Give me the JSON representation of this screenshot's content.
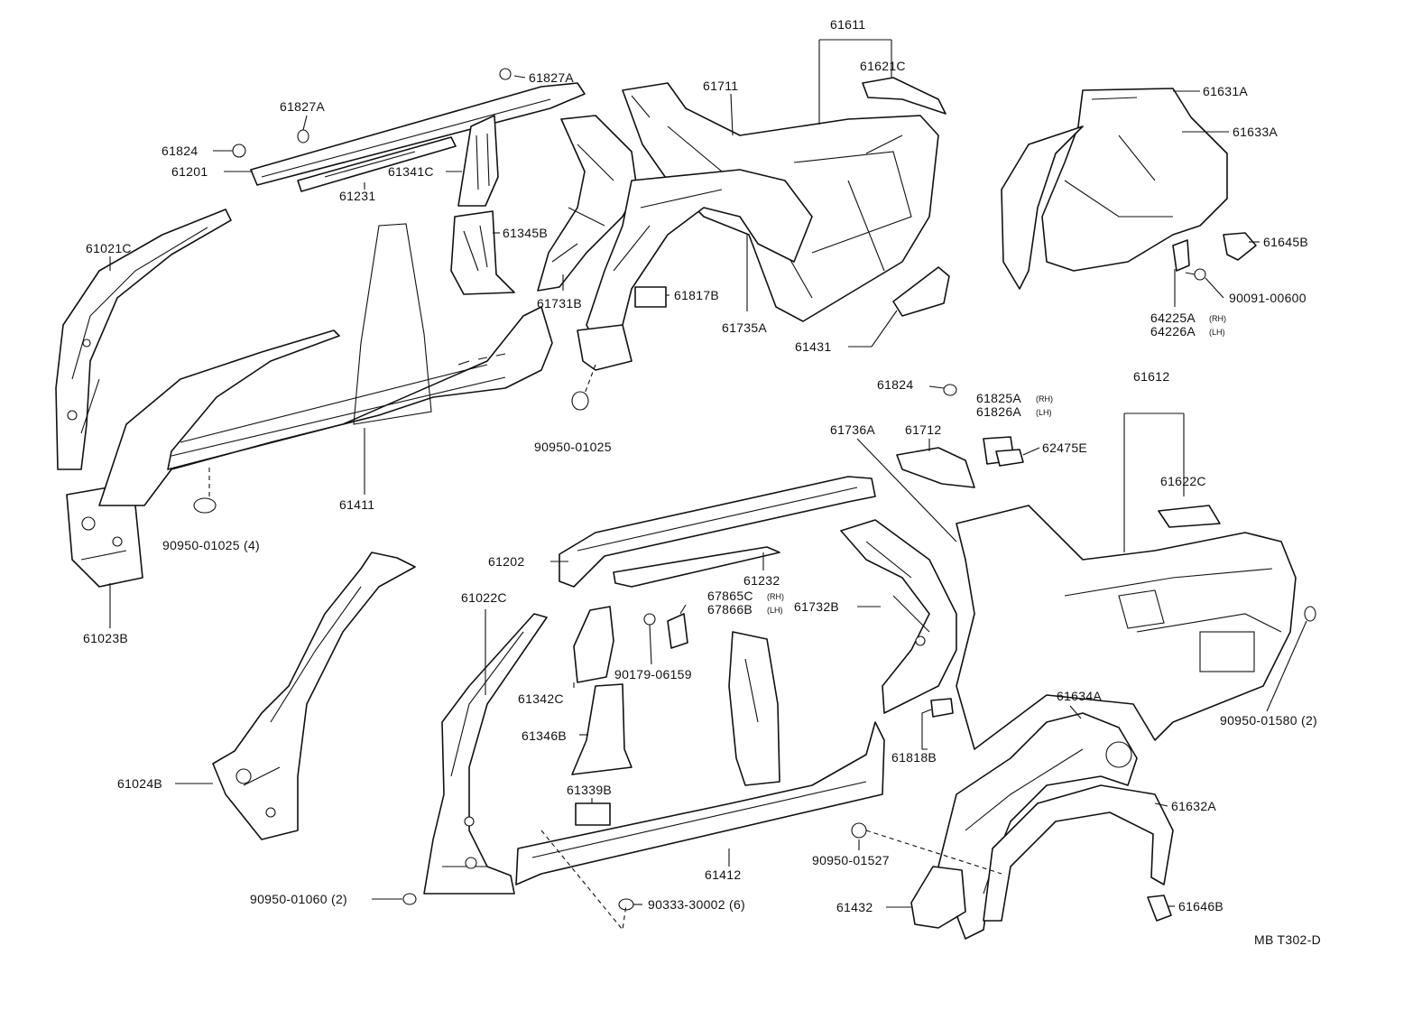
{
  "labels": {
    "p61611": "61611",
    "p61621c": "61621C",
    "p61827a_top": "61827A",
    "p61711": "61711",
    "p61631a": "61631A",
    "p61633a": "61633A",
    "p61827a": "61827A",
    "p61824_top": "61824",
    "p61201": "61201",
    "p61341c": "61341C",
    "p61231": "61231",
    "p61345b": "61345B",
    "p61021c": "61021C",
    "p61731b": "61731B",
    "p61817b": "61817B",
    "p61735a": "61735A",
    "p61645b": "61645B",
    "p90091": "90091-00600",
    "p64225a": "64225A",
    "p64225a_sub": "(RH)",
    "p64226a": "64226A",
    "p64226a_sub": "(LH)",
    "p61431": "61431",
    "p61612": "61612",
    "p61824_mid": "61824",
    "p61825a": "61825A",
    "p61825a_sub": "(RH)",
    "p61826a": "61826A",
    "p61826a_sub": "(LH)",
    "p62475e": "62475E",
    "p61736a": "61736A",
    "p61712": "61712",
    "p90950_01025": "90950-01025",
    "p61411": "61411",
    "p90950_01025_4": "90950-01025 (4)",
    "p61622c": "61622C",
    "p61202": "61202",
    "p61232": "61232",
    "p61022c": "61022C",
    "p67865c": "67865C",
    "p67865c_sub": "(RH)",
    "p67866b": "67866B",
    "p67866b_sub": "(LH)",
    "p61732b": "61732B",
    "p61023b": "61023B",
    "p90179": "90179-06159",
    "p61342c": "61342C",
    "p61634a": "61634A",
    "p90950_01580": "90950-01580 (2)",
    "p61346b": "61346B",
    "p61818b": "61818B",
    "p61024b": "61024B",
    "p61339b": "61339B",
    "p61632a": "61632A",
    "p61412": "61412",
    "p90950_01527": "90950-01527",
    "p90950_01060": "90950-01060 (2)",
    "p90333": "90333-30002 (6)",
    "p61432": "61432",
    "p61646b": "61646B",
    "ref_code": "MB T302-D"
  }
}
